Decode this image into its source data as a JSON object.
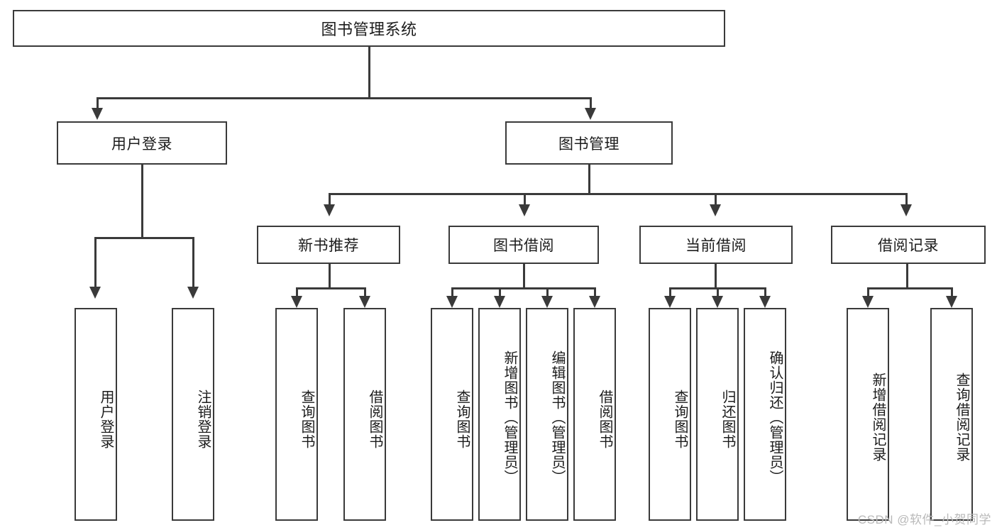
{
  "diagram": {
    "title": "图书管理系统",
    "watermark": "CSDN @软件_小贺同学",
    "colors": {
      "line": "#3a3a3a",
      "box_border": "#3a3a3a",
      "box_fill": "#ffffff",
      "text": "#1c1c1c",
      "background": "#ffffff",
      "watermark": "#b9b9b9"
    },
    "levels": {
      "root": "图书管理系统",
      "level2": [
        "用户登录",
        "图书管理"
      ],
      "level3": [
        "新书推荐",
        "图书借阅",
        "当前借阅",
        "借阅记录"
      ]
    },
    "nodes": {
      "root": {
        "label": "图书管理系统"
      },
      "user_login": {
        "label": "用户登录"
      },
      "book_manage": {
        "label": "图书管理"
      },
      "new_book_rec": {
        "label": "新书推荐"
      },
      "book_borrow": {
        "label": "图书借阅"
      },
      "current_borrow": {
        "label": "当前借阅"
      },
      "borrow_record": {
        "label": "借阅记录"
      },
      "leaf_user_login": {
        "label": "用户登录"
      },
      "leaf_logout": {
        "label": "注销登录"
      },
      "leaf_query_book_1": {
        "label": "查询图书"
      },
      "leaf_borrow_book_1": {
        "label": "借阅图书"
      },
      "leaf_query_book_2": {
        "label": "查询图书"
      },
      "leaf_add_book": {
        "label": "新增图书（管理员）"
      },
      "leaf_edit_book": {
        "label": "编辑图书（管理员）"
      },
      "leaf_borrow_book_2": {
        "label": "借阅图书"
      },
      "leaf_query_book_3": {
        "label": "查询图书"
      },
      "leaf_return_book": {
        "label": "归还图书"
      },
      "leaf_confirm_return": {
        "label": "确认归还（管理员）"
      },
      "leaf_add_record": {
        "label": "新增借阅记录"
      },
      "leaf_query_record": {
        "label": "查询借阅记录"
      }
    },
    "tree": {
      "图书管理系统": {
        "用户登录": [
          "用户登录",
          "注销登录"
        ],
        "图书管理": {
          "新书推荐": [
            "查询图书",
            "借阅图书"
          ],
          "图书借阅": [
            "查询图书",
            "新增图书（管理员）",
            "编辑图书（管理员）",
            "借阅图书"
          ],
          "当前借阅": [
            "查询图书",
            "归还图书",
            "确认归还（管理员）"
          ],
          "借阅记录": [
            "新增借阅记录",
            "查询借阅记录"
          ]
        }
      }
    }
  }
}
